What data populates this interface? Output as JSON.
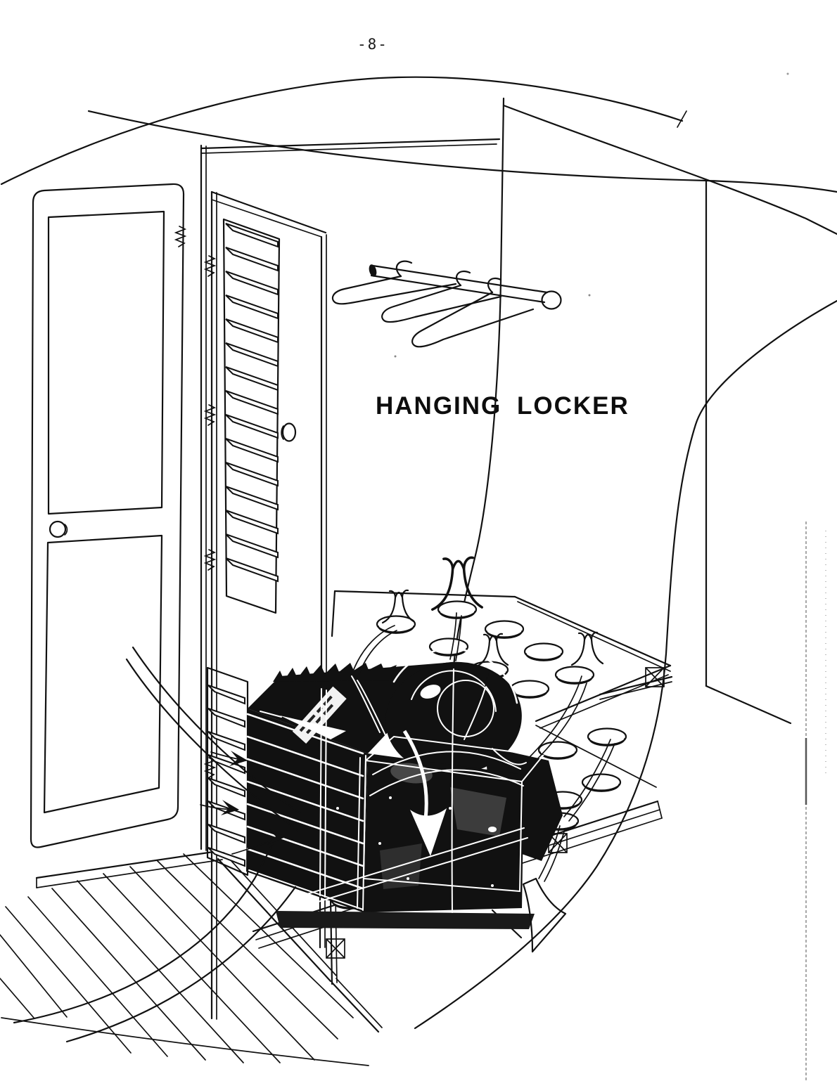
{
  "page": {
    "number": "-8-"
  },
  "figure": {
    "caption": "HANGING LOCKER",
    "ink_color": "#111111",
    "paper_color": "#ffffff",
    "parts": [
      "open-cabin-door",
      "louvered-locker-door",
      "clothes-rod",
      "wire-hangers",
      "perforated-shelf",
      "refrigeration-condensing-unit",
      "perforated-base-platform",
      "deck-grating",
      "airflow-arrows"
    ]
  }
}
